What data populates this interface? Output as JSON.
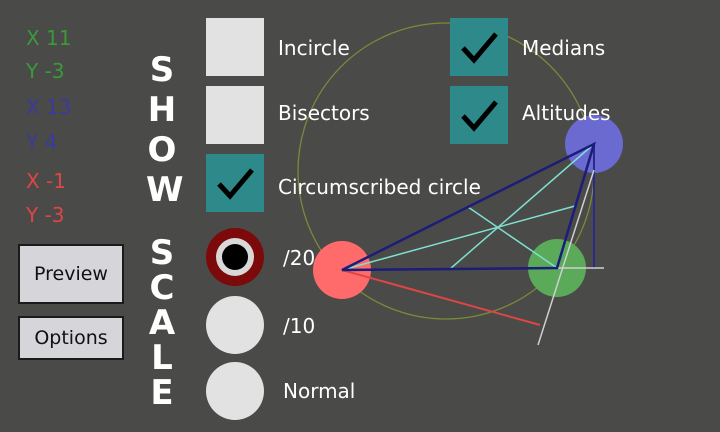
{
  "coords": [
    {
      "text": "X 11",
      "color": "#3a9a3a"
    },
    {
      "text": "Y -3",
      "color": "#3a9a3a"
    },
    {
      "text": "X 13",
      "color": "#3a3aa0"
    },
    {
      "text": "Y 4",
      "color": "#3a3aa0"
    },
    {
      "text": "X -1",
      "color": "#e04545"
    },
    {
      "text": "Y -3",
      "color": "#e04545"
    }
  ],
  "buttons": {
    "preview": "Preview",
    "options": "Options"
  },
  "show_letters": [
    "S",
    "H",
    "O",
    "W"
  ],
  "scale_letters": [
    "S",
    "C",
    "A",
    "L",
    "E"
  ],
  "checkboxes": [
    {
      "label": "Incircle",
      "checked": false
    },
    {
      "label": "Bisectors",
      "checked": false
    },
    {
      "label": "Circumscribed circle",
      "checked": true
    },
    {
      "label": "Medians",
      "checked": true
    },
    {
      "label": "Altitudes",
      "checked": true
    }
  ],
  "scale_options": [
    {
      "label": "/20",
      "selected": true
    },
    {
      "label": "/10",
      "selected": false
    },
    {
      "label": "Normal",
      "selected": false
    }
  ],
  "colors": {
    "background": "#4a4a48",
    "accent": "#2e8a8a",
    "point_a": "#ff6b6b",
    "point_b": "#5aaa5a",
    "point_c": "#6a6ad0",
    "triangle": "#1c1c7a",
    "medians": "#7fe0d0",
    "circumcircle": "#7a8a3a"
  }
}
